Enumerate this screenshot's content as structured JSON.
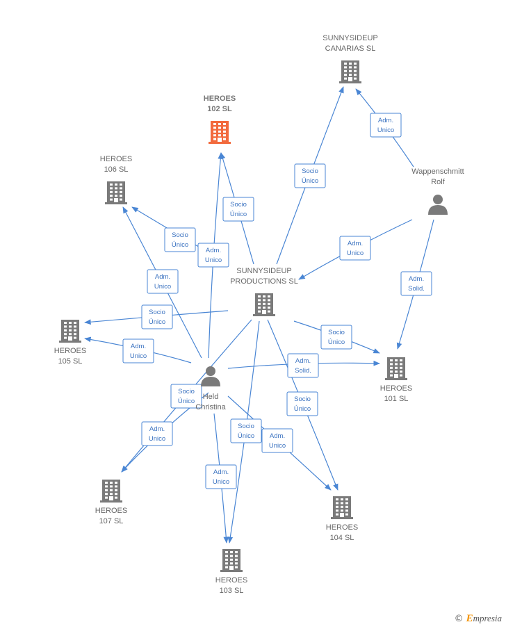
{
  "colors": {
    "edge": "#4a86d4",
    "company": "#7a7a7a",
    "focus_company": "#f26a3d",
    "person": "#7a7a7a"
  },
  "nodes": [
    {
      "id": "sunnysideup-canarias",
      "kind": "company",
      "lines": [
        "SUNNYSIDEUP",
        "CANARIAS  SL"
      ],
      "label_pos": "above"
    },
    {
      "id": "heroes-102",
      "kind": "company",
      "focus": true,
      "lines": [
        "HEROES",
        "102  SL"
      ],
      "label_pos": "above"
    },
    {
      "id": "heroes-106",
      "kind": "company",
      "lines": [
        "HEROES",
        "106  SL"
      ],
      "label_pos": "above"
    },
    {
      "id": "wappenschmitt",
      "kind": "person",
      "lines": [
        "Wappenschmitt",
        "Rolf"
      ],
      "label_pos": "above"
    },
    {
      "id": "sunnysideup-productions",
      "kind": "company",
      "lines": [
        "SUNNYSIDEUP",
        "PRODUCTIONS SL"
      ],
      "label_pos": "above"
    },
    {
      "id": "heroes-105",
      "kind": "company",
      "lines": [
        "HEROES",
        "105  SL"
      ],
      "label_pos": "below"
    },
    {
      "id": "heroes-101",
      "kind": "company",
      "lines": [
        "HEROES",
        "101  SL"
      ],
      "label_pos": "below"
    },
    {
      "id": "held-christina",
      "kind": "person",
      "lines": [
        "Held",
        "Christina"
      ],
      "label_pos": "below"
    },
    {
      "id": "heroes-107",
      "kind": "company",
      "lines": [
        "HEROES",
        "107  SL"
      ],
      "label_pos": "below"
    },
    {
      "id": "heroes-104",
      "kind": "company",
      "lines": [
        "HEROES",
        "104  SL"
      ],
      "label_pos": "below"
    },
    {
      "id": "heroes-103",
      "kind": "company",
      "lines": [
        "HEROES",
        "103  SL"
      ],
      "label_pos": "below"
    }
  ],
  "edges": [
    {
      "from": "sunnysideup-productions",
      "to": "sunnysideup-canarias",
      "lines": [
        "Socio",
        "Único"
      ]
    },
    {
      "from": "wappenschmitt",
      "to": "sunnysideup-canarias",
      "lines": [
        "Adm.",
        "Unico"
      ]
    },
    {
      "from": "wappenschmitt",
      "to": "sunnysideup-productions",
      "lines": [
        "Adm.",
        "Unico"
      ]
    },
    {
      "from": "wappenschmitt",
      "to": "heroes-101",
      "lines": [
        "Adm.",
        "Solid."
      ]
    },
    {
      "from": "sunnysideup-productions",
      "to": "heroes-102",
      "lines": [
        "Socio",
        "Único"
      ]
    },
    {
      "from": "held-christina",
      "to": "heroes-102",
      "lines": [
        "Adm.",
        "Unico"
      ]
    },
    {
      "from": "sunnysideup-productions",
      "to": "heroes-106",
      "lines": [
        "Socio",
        "Único"
      ]
    },
    {
      "from": "held-christina",
      "to": "heroes-106",
      "lines": [
        "Adm.",
        "Unico"
      ]
    },
    {
      "from": "sunnysideup-productions",
      "to": "heroes-105",
      "lines": [
        "Socio",
        "Único"
      ]
    },
    {
      "from": "held-christina",
      "to": "heroes-105",
      "lines": [
        "Adm.",
        "Unico"
      ]
    },
    {
      "from": "sunnysideup-productions",
      "to": "heroes-101",
      "lines": [
        "Socio",
        "Único"
      ]
    },
    {
      "from": "held-christina",
      "to": "heroes-101",
      "lines": [
        "Adm.",
        "Solid."
      ]
    },
    {
      "from": "sunnysideup-productions",
      "to": "heroes-107",
      "lines": [
        "Socio",
        "Único"
      ]
    },
    {
      "from": "held-christina",
      "to": "heroes-107",
      "lines": [
        "Adm.",
        "Unico"
      ]
    },
    {
      "from": "sunnysideup-productions",
      "to": "heroes-104",
      "lines": [
        "Socio",
        "Único"
      ]
    },
    {
      "from": "held-christina",
      "to": "heroes-104",
      "lines": [
        "Adm.",
        "Unico"
      ]
    },
    {
      "from": "sunnysideup-productions",
      "to": "heroes-103",
      "lines": [
        "Socio",
        "Único"
      ]
    },
    {
      "from": "held-christina",
      "to": "heroes-103",
      "lines": [
        "Adm.",
        "Unico"
      ]
    }
  ],
  "footer": {
    "copyright_symbol": "©",
    "brand_initial": "E",
    "brand_rest": "mpresia"
  }
}
